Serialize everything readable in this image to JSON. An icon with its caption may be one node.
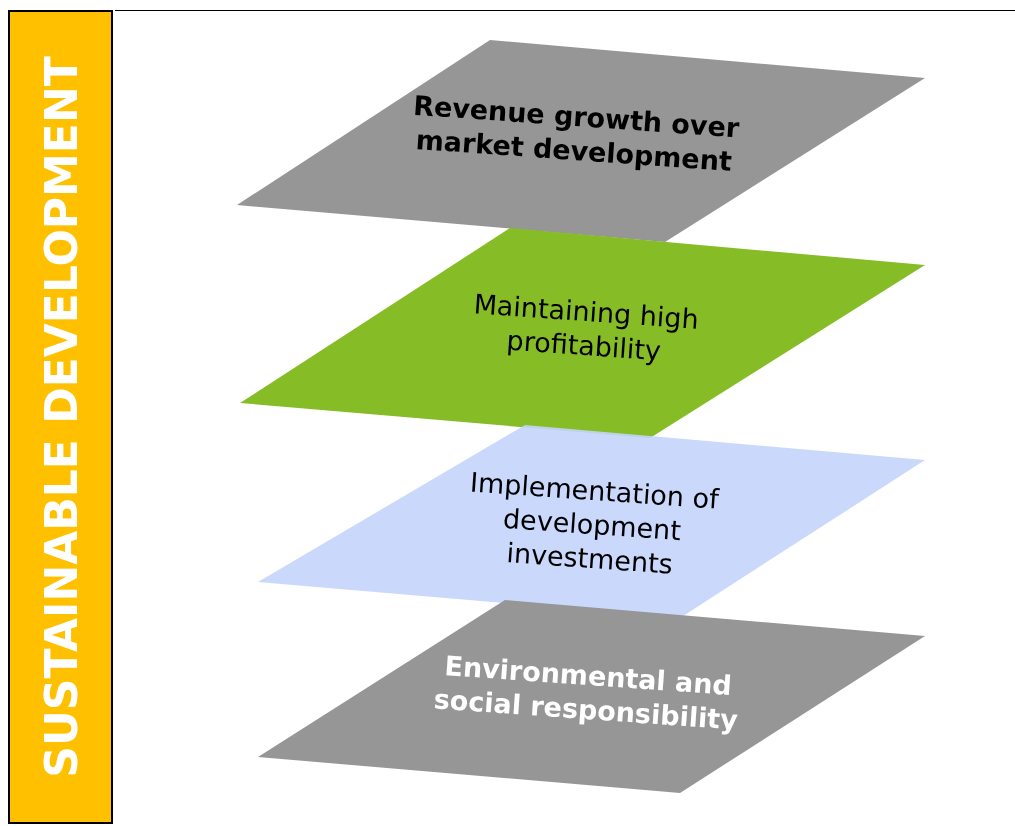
{
  "diagram": {
    "nodes": [
      {
        "text": [
          "SUSTAINABLE DEVELOPMENT"
        ]
      },
      {
        "text": [
          "Revenue growth over market development"
        ]
      },
      {
        "text": [
          "Maintaining high profitability"
        ]
      },
      {
        "text": [
          "Implementation of development investments"
        ]
      },
      {
        "text": [
          "Environmental and social responsibility"
        ]
      }
    ],
    "edges": []
  }
}
